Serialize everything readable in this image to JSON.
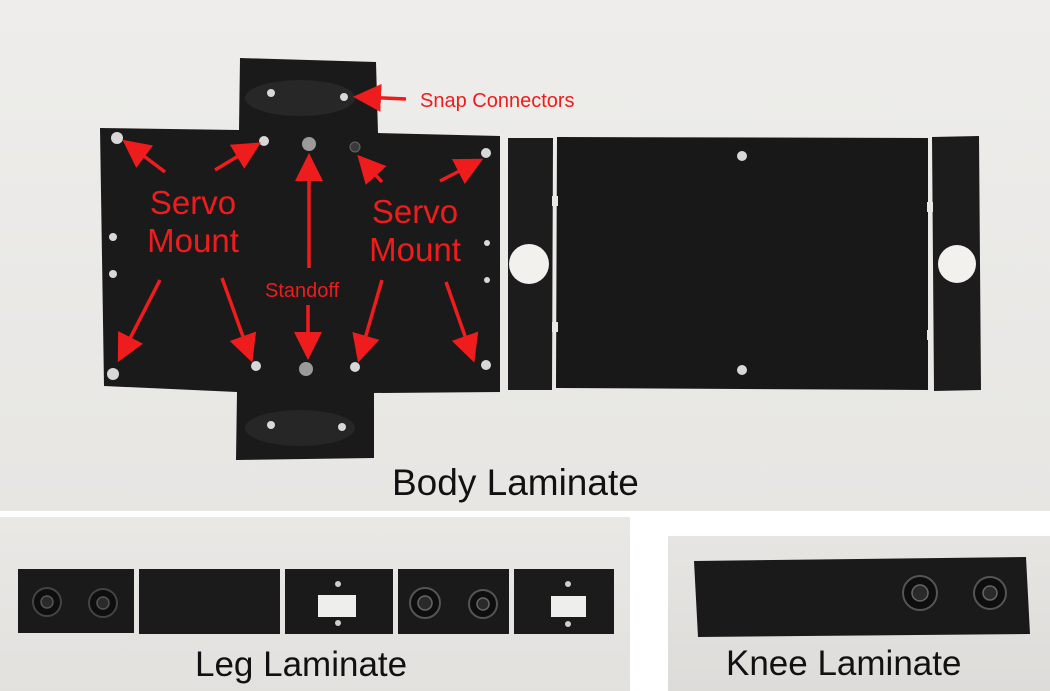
{
  "panels": {
    "body": {
      "caption": "Body Laminate",
      "labels": {
        "snap_connectors": "Snap Connectors",
        "servo_mount_left_line1": "Servo",
        "servo_mount_left_line2": "Mount",
        "servo_mount_right_line1": "Servo",
        "servo_mount_right_line2": "Mount",
        "standoff": "Standoff"
      }
    },
    "leg": {
      "caption": "Leg Laminate"
    },
    "knee": {
      "caption": "Knee Laminate"
    }
  },
  "colors": {
    "annotation": "#ee1c1c",
    "laminate": "#161616",
    "background": "#ebeae7"
  }
}
